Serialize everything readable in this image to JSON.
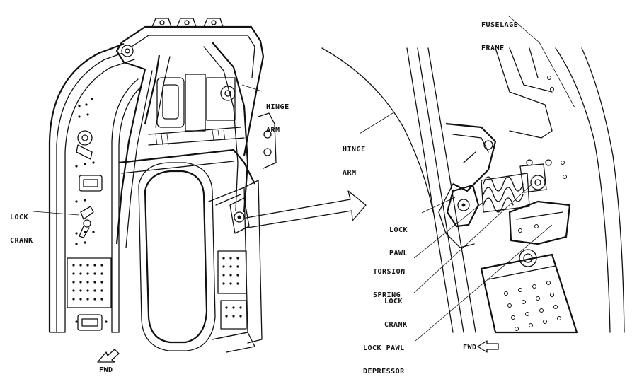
{
  "labels": {
    "hinge_arm_left": [
      "HINGE",
      "ARM"
    ],
    "lock_crank_left": [
      "LOCK",
      "CRANK"
    ],
    "fwd_left": "FWD",
    "fuselage_frame": [
      "FUSELAGE",
      "FRAME"
    ],
    "hinge_arm_right": [
      "HINGE",
      "ARM"
    ],
    "lock_pawl": [
      "LOCK",
      "PAWL"
    ],
    "torsion_spring": [
      "TORSION",
      "SPRING"
    ],
    "lock_crank_right": [
      "LOCK",
      "CRANK"
    ],
    "lock_pawl_depressor": [
      "LOCK PAWL",
      "DEPRESSOR"
    ],
    "fwd_right": "FWD"
  }
}
